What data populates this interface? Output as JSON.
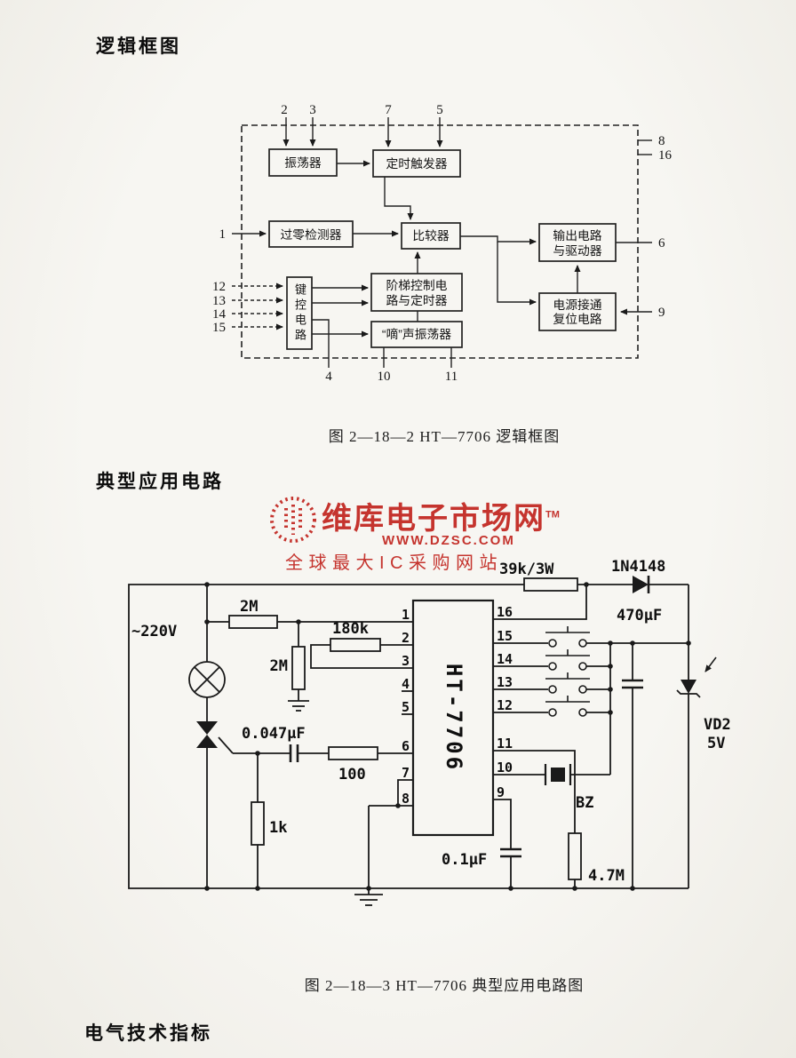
{
  "page": {
    "heading_logic": "逻辑框图",
    "heading_application": "典型应用电路",
    "heading_specs": "电气技术指标",
    "caption_fig1": "图 2—18—2  HT—7706 逻辑框图",
    "caption_fig2": "图 2—18—3  HT—7706 典型应用电路图"
  },
  "watermark": {
    "brand": "维库电子市场网",
    "tm": "TM",
    "url": "WWW.DZSC.COM",
    "slogan": "全球最大IC采购网站",
    "color": "#c5342e"
  },
  "logic_diagram": {
    "blocks": {
      "oscillator": "振荡器",
      "timing_trigger": "定时触发器",
      "zero_cross_detector": "过零检测器",
      "comparator": "比较器",
      "output_driver_1": "输出电路",
      "output_driver_2": "与驱动器",
      "key_control": "键控电路",
      "step_control_1": "阶梯控制电",
      "step_control_2": "路与定时器",
      "beep_oscillator": "“嘀”声振荡器",
      "power_reset_1": "电源接通",
      "power_reset_2": "复位电路"
    },
    "pins": {
      "top": [
        "2",
        "3",
        "7",
        "5"
      ],
      "right": [
        "8",
        "16",
        "6",
        "9"
      ],
      "left": [
        "1",
        "12",
        "13",
        "14",
        "15"
      ],
      "bottom": [
        "4",
        "10",
        "11"
      ]
    }
  },
  "circuit": {
    "ic_name": "HT-7706",
    "pins_left": [
      "1",
      "2",
      "3",
      "4",
      "5",
      "6",
      "7",
      "8"
    ],
    "pins_right": [
      "16",
      "15",
      "14",
      "13",
      "12",
      "11",
      "10",
      "9"
    ],
    "labels": {
      "mains": "~220V",
      "r2m_top": "2M",
      "r2m_vert": "2M",
      "r180k": "180k",
      "c047": "0.047μF",
      "r100": "100",
      "r1k": "1k",
      "r39k": "39k/3W",
      "d1n4148": "1N4148",
      "c470": "470μF",
      "vd2": "VD2",
      "vd2_volt": "5V",
      "bz": "BZ",
      "c01": "0.1μF",
      "r47m": "4.7M"
    }
  }
}
